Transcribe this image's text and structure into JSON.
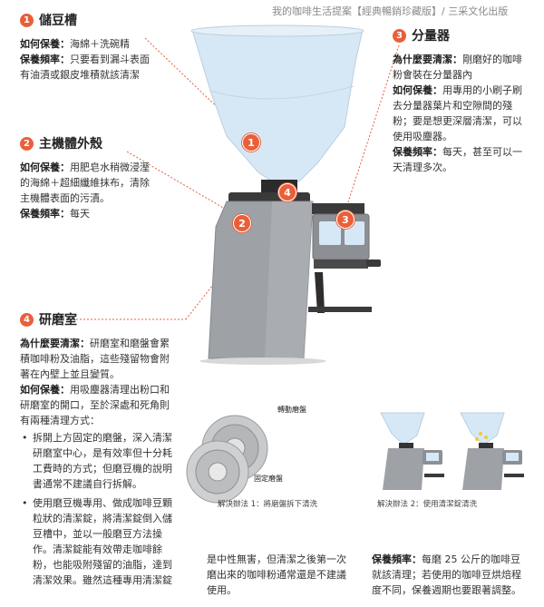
{
  "header": {
    "credit": "我的咖啡生活提案【經典暢銷珍藏版】/ 三采文化出版"
  },
  "sections": {
    "hopper": {
      "num": "1",
      "title": "儲豆槽",
      "lines": [
        {
          "label": "如何保養：",
          "text": "海綿＋洗碗精"
        },
        {
          "label": "保養頻率：",
          "text": "只要看到漏斗表面"
        },
        {
          "label": "",
          "text": "有油漬或銀皮堆積就該清潔"
        }
      ]
    },
    "body": {
      "num": "2",
      "title": "主機體外殼",
      "lines": [
        {
          "label": "如何保養：",
          "text": "用肥皂水稍微浸溼"
        },
        {
          "label": "",
          "text": "的海綿＋超細纖維抹布，清除"
        },
        {
          "label": "",
          "text": "主機體表面的污漬。"
        },
        {
          "label": "保養頻率：",
          "text": "每天"
        }
      ]
    },
    "doser": {
      "num": "3",
      "title": "分量器",
      "lines": [
        {
          "label": "為什麼要清潔：",
          "text": "剛磨好的咖啡"
        },
        {
          "label": "",
          "text": "粉會裝在分量器內"
        },
        {
          "label": "如何保養：",
          "text": "用專用的小刷子刷"
        },
        {
          "label": "",
          "text": "去分量器葉片和空隙間的殘"
        },
        {
          "label": "",
          "text": "粉；要是想更深層清潔，可以"
        },
        {
          "label": "",
          "text": "使用吸塵器。"
        },
        {
          "label": "保養頻率：",
          "text": "每天，甚至可以一"
        },
        {
          "label": "",
          "text": "天清理多次。"
        }
      ]
    },
    "chamber": {
      "num": "4",
      "title": "研磨室",
      "lines": [
        {
          "label": "為什麼要清潔：",
          "text": "研磨室和磨盤會累"
        },
        {
          "label": "",
          "text": "積咖啡粉及油脂，這些殘留物會附"
        },
        {
          "label": "",
          "text": "著在內壁上並且變質。"
        },
        {
          "label": "如何保養：",
          "text": "用吸塵器清理出粉口和"
        },
        {
          "label": "",
          "text": "研磨室的開口，至於深處和死角則"
        },
        {
          "label": "",
          "text": "有兩種清理方式："
        }
      ],
      "bullets": [
        [
          "拆開上方固定的磨盤，深入清潔",
          "研磨室中心，是有效率但十分耗",
          "工費時的方式；但磨豆機的說明",
          "書通常不建議自行拆解。"
        ],
        [
          "使用磨豆機專用、做成咖啡豆顆",
          "粒狀的清潔錠，將清潔錠倒入儲",
          "豆槽中，並以一般磨豆方法操",
          "作。清潔錠能有效帶走咖啡餘",
          "粉，也能吸附殘留的油脂，達到",
          "清潔效果。雖然這種專用清潔錠"
        ]
      ]
    }
  },
  "continuation": {
    "lines": [
      "是中性無害，但清潔之後第一次",
      "磨出來的咖啡粉通常還是不建議",
      "使用。"
    ]
  },
  "frequency": {
    "label": "保養頻率：",
    "lines": [
      "每磨 25 公斤的咖啡豆",
      "就該清理；若使用的咖啡豆烘焙程",
      "度不同，保養週期也要跟著調整。"
    ]
  },
  "burrs": {
    "rotating": "轉動磨盤",
    "fixed": "固定磨盤"
  },
  "methods": {
    "m1": "解決辦法 1：將磨盤拆下清洗",
    "m2": "解決辦法 2：使用清潔錠清洗"
  },
  "markers": [
    "1",
    "2",
    "3",
    "4"
  ],
  "colors": {
    "accent": "#e8603a",
    "grinder_body": "#9a9da2",
    "hopper": "#d4e6f5"
  }
}
